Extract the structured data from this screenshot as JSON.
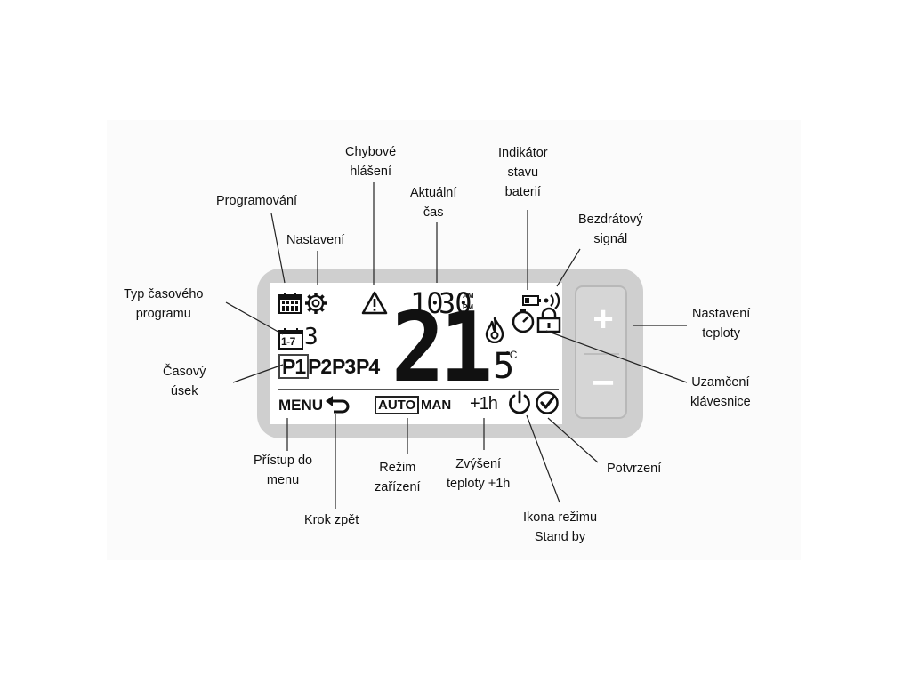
{
  "display": {
    "time_hours": "10",
    "time_minutes": "30",
    "am": "AM",
    "pm": "PM",
    "program_days": "1-7",
    "program_number": "3",
    "periods": [
      "P1",
      "P2",
      "P3",
      "P4"
    ],
    "temp_integer": "21",
    "temp_decimal": ".5",
    "temp_unit": "°C",
    "menu_label": "MENU",
    "auto_label": "AUTO",
    "man_label": "MAN",
    "boost_label": "+1h",
    "plus_symbol": "+",
    "minus_symbol": "−"
  },
  "callouts": {
    "programming": "Programování",
    "settings": "Nastavení",
    "error": [
      "Chybové",
      "hlášení"
    ],
    "current_time": [
      "Aktuální",
      "čas"
    ],
    "battery": [
      "Indikátor",
      "stavu",
      "baterií"
    ],
    "wireless": [
      "Bezdrátový",
      "signál"
    ],
    "program_type": [
      "Typ časového",
      "programu"
    ],
    "time_slot": [
      "Časový",
      "úsek"
    ],
    "temp_setting": [
      "Nastavení",
      "teploty"
    ],
    "keypad_lock": [
      "Uzamčení",
      "klávesnice"
    ],
    "menu_access": [
      "Přístup do",
      "menu"
    ],
    "step_back": "Krok zpět",
    "device_mode": [
      "Režim",
      "zařízení"
    ],
    "temp_boost": [
      "Zvýšení",
      "teploty +1h"
    ],
    "standby_icon": [
      "Ikona režimu",
      "Stand by"
    ],
    "confirm": "Potvrzení"
  }
}
